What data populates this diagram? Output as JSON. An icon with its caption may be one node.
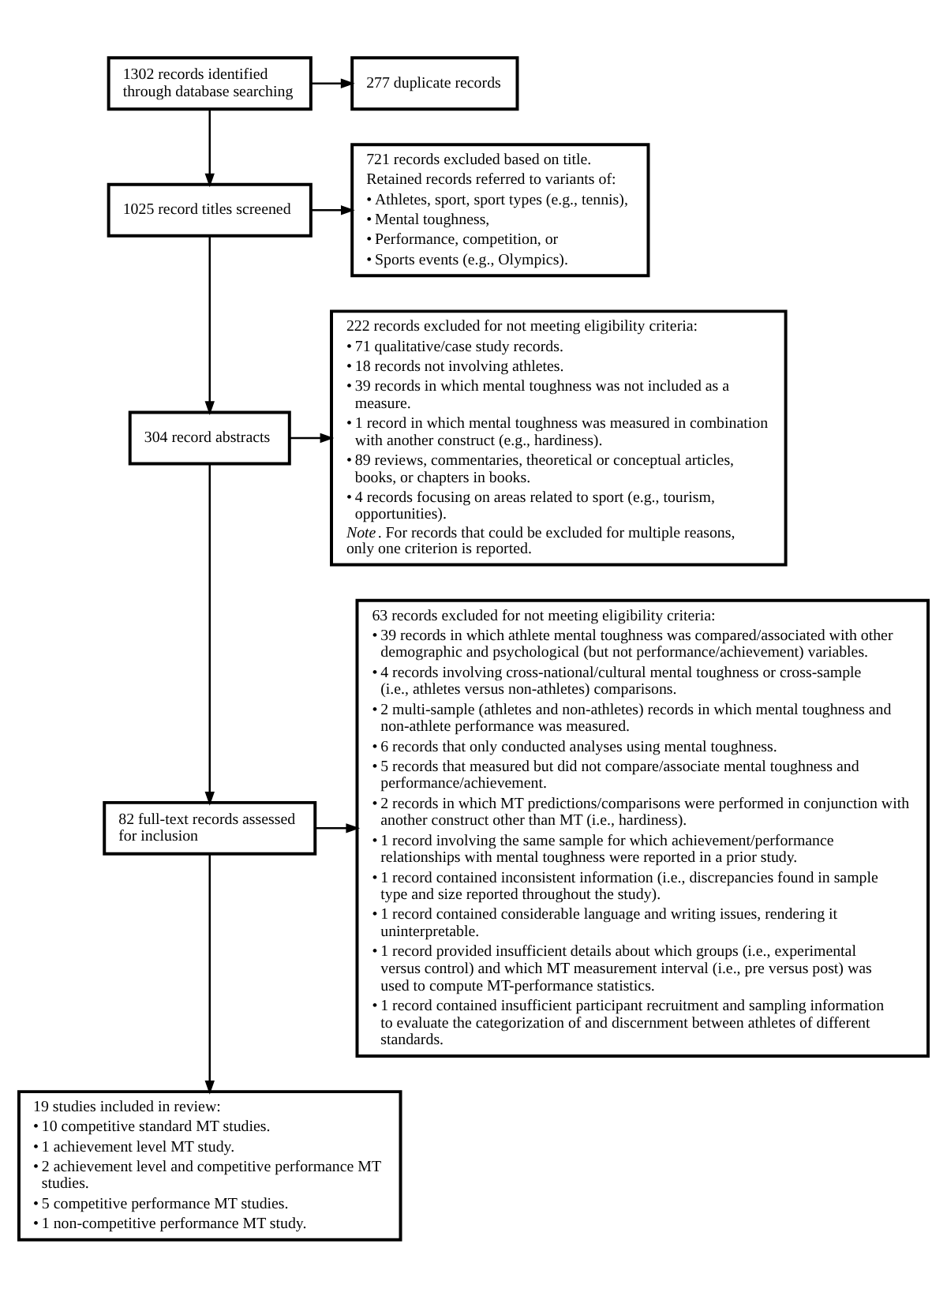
{
  "diagram": {
    "nodes": [
      {
        "text": [
          "1302 records identified through database searching"
        ]
      },
      {
        "text": [
          "277 duplicate records"
        ]
      },
      {
        "text": [
          "1025 record titles screened"
        ]
      },
      {
        "text": [
          "721 records excluded based on title.",
          "Retained records referred to variants of:",
          "• Athletes, sport, sport types (e.g., tennis),",
          "• Mental toughness,",
          "• Performance, competition, or",
          "• Sports events (e.g., Olympics)."
        ]
      },
      {
        "text": [
          "304 record abstracts"
        ]
      },
      {
        "text": [
          "222 records excluded for not meeting eligibility criteria:",
          "• 71 qualitative/case study records.",
          "• 18 records not involving athletes.",
          "• 39 records in which mental toughness was not included as a measure.",
          "• 1 record in which mental toughness was measured in combination with another construct (e.g., hardiness).",
          "• 89 reviews, commentaries, theoretical or conceptual articles, books, or chapters in books.",
          "• 4 records focusing on areas related to sport (e.g., tourism, opportunities).",
          "*Note*. For records that could be excluded for multiple reasons, only one criterion is reported."
        ]
      },
      {
        "text": [
          "82 full-text records assessed for inclusion"
        ]
      },
      {
        "text": [
          "63 records excluded for not meeting eligibility criteria:",
          "• 39 records in which athlete mental toughness was compared/associated with other demographic and psychological (but not performance/achievement) variables.",
          "• 4 records involving cross-national/cultural mental toughness or cross-sample (i.e., athletes versus non-athletes) comparisons.",
          "• 2 multi-sample (athletes and non-athletes) records in which mental toughness and non-athlete performance was measured.",
          "• 6 records that only conducted analyses using mental toughness.",
          "• 5 records that measured but did not compare/associate mental toughness and performance/achievement.",
          "• 2 records in which MT predictions/comparisons were performed in conjunction with another construct other than MT (i.e., hardiness).",
          "• 1 record involving the same sample for which achievement/performance relationships with mental toughness were reported in a prior study.",
          "• 1 record contained inconsistent information (i.e., discrepancies found in sample type and size reported throughout the study).",
          "• 1 record contained considerable language and writing issues, rendering it uninterpretable.",
          "• 1 record provided insufficient details about which groups (i.e., experimental versus control) and which MT measurement interval (i.e., pre versus post) was used to compute MT-performance statistics.",
          "• 1 record contained insufficient participant recruitment and sampling information to evaluate the categorization of and discernment between athletes of different standards."
        ]
      },
      {
        "text": [
          "19 studies included in review:",
          "• 10 competitive standard MT studies.",
          "• 1 achievement level MT study.",
          "• 2 achievement level and competitive performance MT studies.",
          "• 5 competitive performance MT studies.",
          "• 1 non-competitive performance MT study."
        ]
      }
    ],
    "edges": [
      {
        "from": 0,
        "to": 1,
        "arrow": "to"
      },
      {
        "from": 0,
        "to": 2,
        "arrow": "to"
      },
      {
        "from": 2,
        "to": 3,
        "arrow": "to"
      },
      {
        "from": 2,
        "to": 4,
        "arrow": "to"
      },
      {
        "from": 4,
        "to": 5,
        "arrow": "to"
      },
      {
        "from": 4,
        "to": 6,
        "arrow": "to"
      },
      {
        "from": 6,
        "to": 7,
        "arrow": "to"
      },
      {
        "from": 6,
        "to": 8,
        "arrow": "to"
      }
    ]
  }
}
